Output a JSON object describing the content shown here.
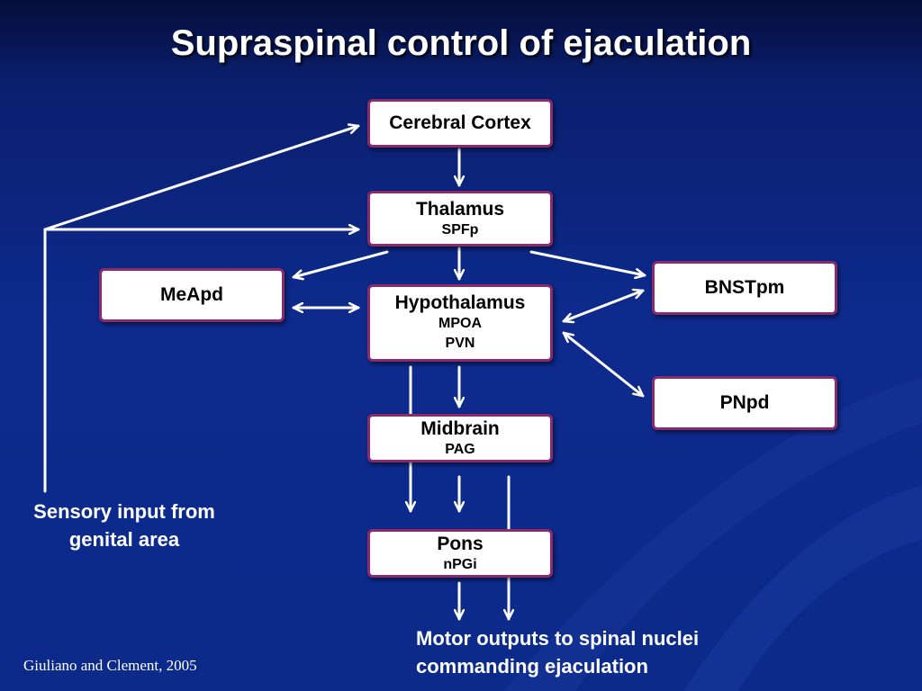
{
  "title": "Supraspinal control of ejaculation",
  "nodes": {
    "cortex": {
      "name": "Cerebral Cortex"
    },
    "thalamus": {
      "name": "Thalamus",
      "sub": "SPFp"
    },
    "meapd": {
      "name": "MeApd"
    },
    "bnstpm": {
      "name": "BNSTpm"
    },
    "hypothalamus": {
      "name": "Hypothalamus",
      "sub1": "MPOA",
      "sub2": "PVN"
    },
    "pnpd": {
      "name": "PNpd"
    },
    "midbrain": {
      "name": "Midbrain",
      "sub": "PAG"
    },
    "pons": {
      "name": "Pons",
      "sub": "nPGi"
    }
  },
  "sensory_input": {
    "line1": "Sensory input from",
    "line2": "genital area"
  },
  "motor_output": {
    "line1": "Motor outputs to spinal nuclei",
    "line2": "commanding ejaculation"
  },
  "citation": "Giuliano and Clement, 2005",
  "colors": {
    "node_border": "#8c2a6e",
    "background": "#0d2a8c",
    "arrows": "#ffffff"
  }
}
